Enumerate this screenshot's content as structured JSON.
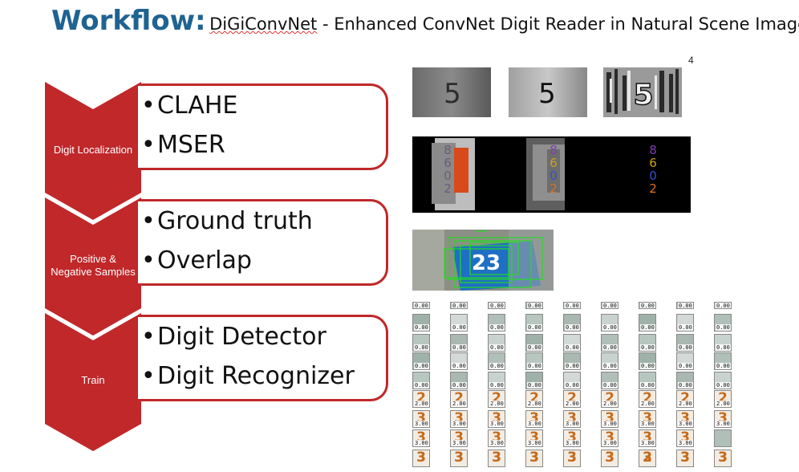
{
  "title": {
    "main": "Workflow:",
    "project": "DiGiConvNet",
    "rest": " - Enhanced ConvNet Digit Reader in Natural Scene Images"
  },
  "slide_number": "4",
  "steps": [
    {
      "label_lines": [
        "Digit Localization"
      ],
      "bullets": [
        "CLAHE",
        "MSER"
      ]
    },
    {
      "label_lines": [
        "Positive &",
        "Negative Samples"
      ],
      "bullets": [
        "Ground truth",
        "Overlap"
      ]
    },
    {
      "label_lines": [
        "Train"
      ],
      "bullets": [
        "Digit Detector",
        "Digit Recognizer"
      ]
    }
  ],
  "colors": {
    "accent": "#c0282a",
    "title": "#1f6391"
  },
  "thumb_digit": "5",
  "mser_digits": [
    "8",
    "6",
    "0",
    "2"
  ],
  "detection_number": "23",
  "sample_grid": {
    "rows": [
      [
        "0.00",
        "0.00",
        "0.00",
        "0.00",
        "0.00",
        "0.00",
        "0.00",
        "0.00",
        "0.00"
      ],
      [
        "0.00",
        "0.00",
        "0.00",
        "0.00",
        "0.00",
        "0.00",
        "0.00",
        "0.00",
        "0.00"
      ],
      [
        "0.00",
        "0.00",
        "0.00",
        "0.00",
        "0.00",
        "0.00",
        "0.00",
        "0.00",
        "0.00"
      ],
      [
        "0.00",
        "0.00",
        "0.00",
        "0.00",
        "0.00",
        "0.00",
        "0.00",
        "0.00",
        "0.00"
      ],
      [
        "0.00",
        "0.00",
        "0.00",
        "0.00",
        "0.00",
        "0.00",
        "0.00",
        "0.00",
        "0.00"
      ],
      [
        "2.00",
        "2.00",
        "2.00",
        "2.00",
        "2.00",
        "2.00",
        "2.00",
        "2.00",
        "2.00"
      ],
      [
        "3.00",
        "3.00",
        "3.00",
        "3.00",
        "3.00",
        "3.00",
        "3.00",
        "3.00",
        "3.00"
      ],
      [
        "3.00",
        "3.00",
        "3.00",
        "3.00",
        "3.00",
        "3.00",
        "3.00",
        "3.00",
        ""
      ],
      [
        "",
        "",
        "",
        "",
        "",
        "",
        "",
        "",
        ""
      ]
    ],
    "digit_rows": {
      "5": "2",
      "6": "3",
      "7": "3",
      "8": "3"
    }
  }
}
